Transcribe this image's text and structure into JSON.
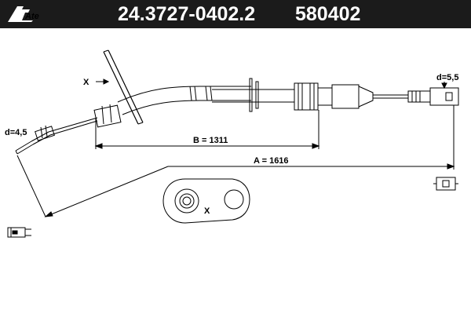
{
  "header": {
    "brand": "Ate",
    "part_number": "24.3727-0402.2",
    "ref_number": "580402",
    "background": "#1b1b1b",
    "text_color": "#ffffff"
  },
  "drawing": {
    "view_marker": "X",
    "detail_marker": "X",
    "dim_b": "B = 1311",
    "dim_a": "A = 1616",
    "left_diameter": "d=4,5",
    "right_diameter": "d=5,5"
  }
}
